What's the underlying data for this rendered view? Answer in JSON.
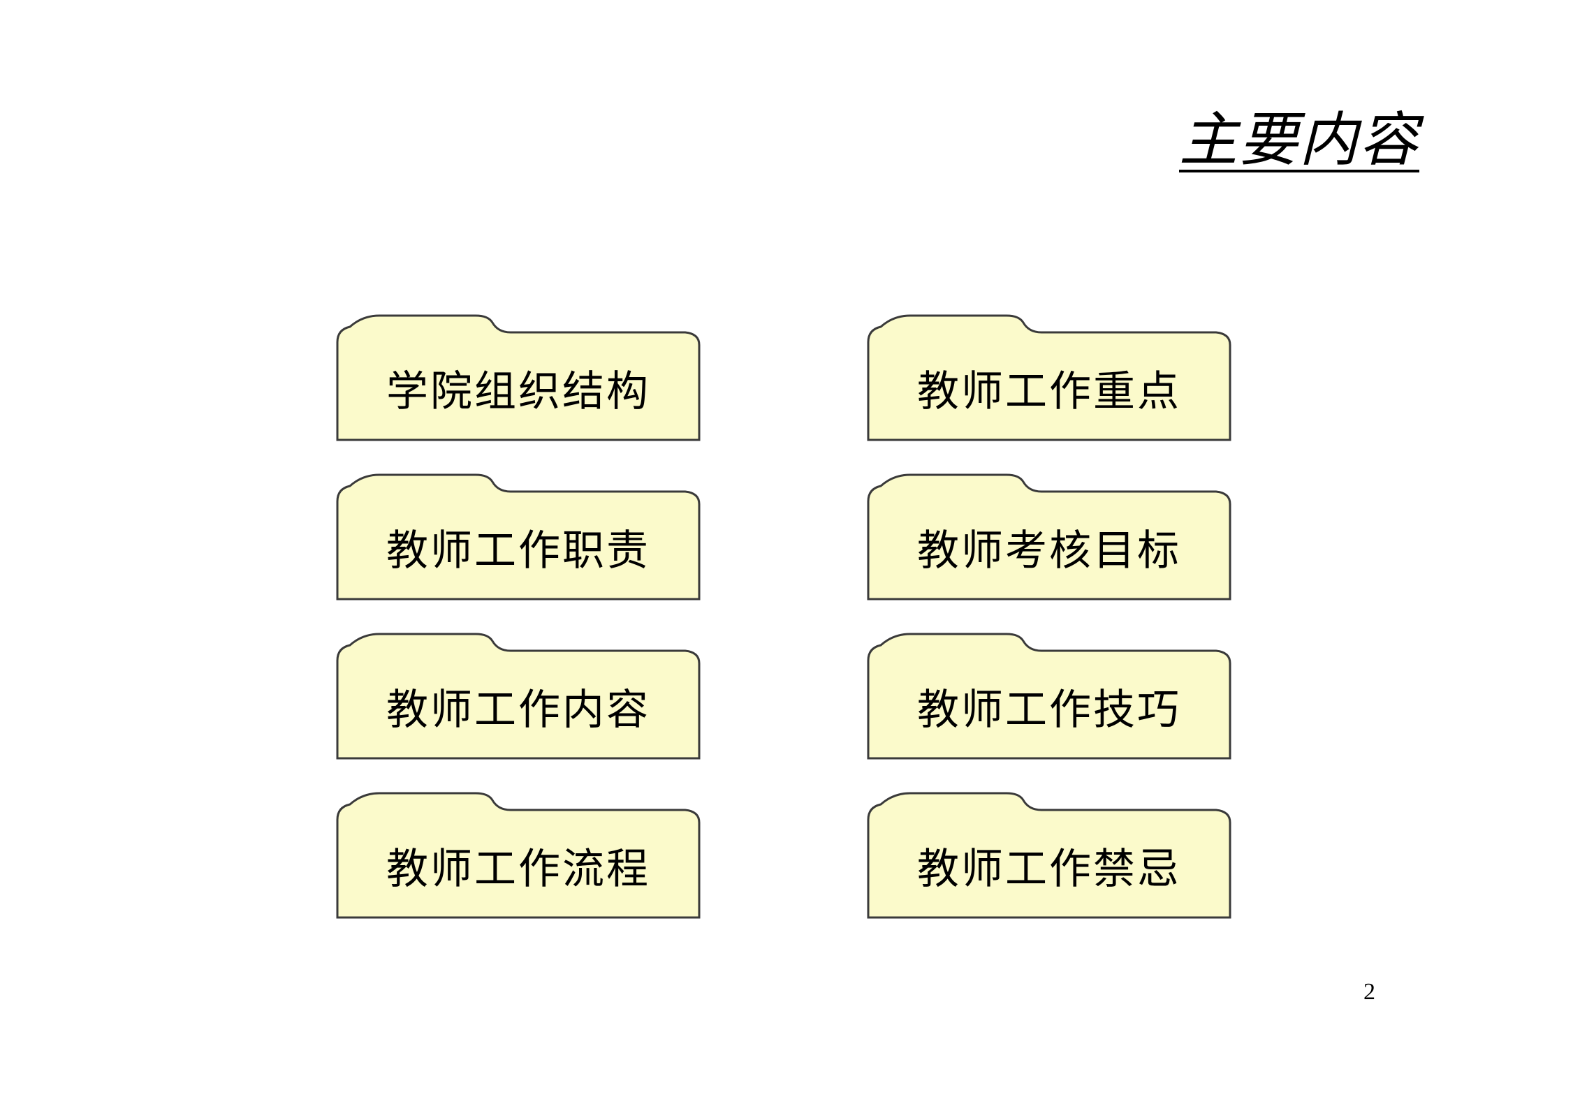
{
  "title": "主要内容",
  "colors": {
    "folder_fill": "#fbfacb",
    "folder_stroke": "#3a3a3a",
    "text": "#000000"
  },
  "items": [
    {
      "label": "学院组织结构"
    },
    {
      "label": "教师工作重点"
    },
    {
      "label": "教师工作职责"
    },
    {
      "label": "教师考核目标"
    },
    {
      "label": "教师工作内容"
    },
    {
      "label": "教师工作技巧"
    },
    {
      "label": "教师工作流程"
    },
    {
      "label": "教师工作禁忌"
    }
  ],
  "page_number": "2"
}
